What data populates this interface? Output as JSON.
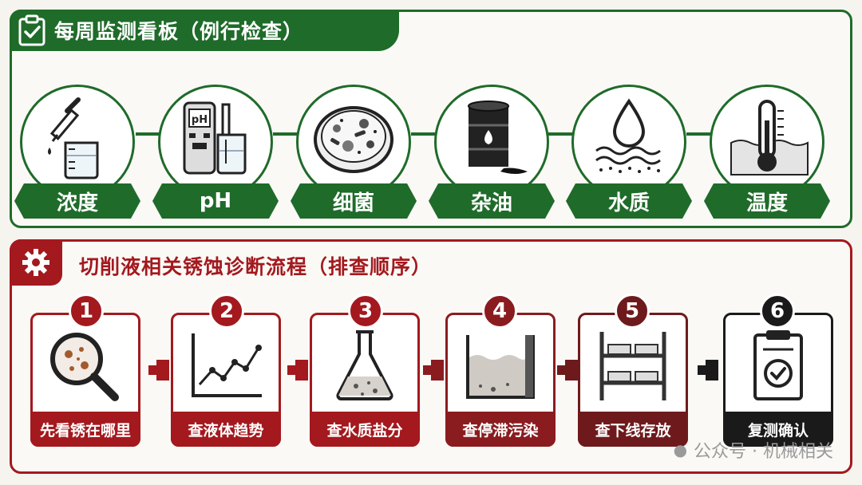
{
  "weekly": {
    "title": "每周监测看板（例行检查）",
    "items": [
      {
        "label": "浓度",
        "icon": "dropper-beaker-icon"
      },
      {
        "label": "pH",
        "icon": "ph-meter-icon",
        "meter_text": "pH"
      },
      {
        "label": "细菌",
        "icon": "petri-dish-icon"
      },
      {
        "label": "杂油",
        "icon": "oil-barrel-icon"
      },
      {
        "label": "水质",
        "icon": "water-drop-icon"
      },
      {
        "label": "温度",
        "icon": "thermometer-icon"
      }
    ]
  },
  "diagnosis": {
    "title": "切削液相关锈蚀诊断流程（排查顺序）",
    "steps": [
      {
        "number": "1",
        "label": "先看锈在哪里",
        "icon": "magnifier-rust-icon",
        "color": "#a3191e"
      },
      {
        "number": "2",
        "label": "查液体趋势",
        "icon": "trend-chart-icon",
        "color": "#a3191e"
      },
      {
        "number": "3",
        "label": "查水质盐分",
        "icon": "flask-icon",
        "color": "#a3191e"
      },
      {
        "number": "4",
        "label": "查停滞污染",
        "icon": "stagnant-tank-icon",
        "color": "#8a1c1f"
      },
      {
        "number": "5",
        "label": "查下线存放",
        "icon": "storage-rack-icon",
        "color": "#6e1a1c"
      },
      {
        "number": "6",
        "label": "复测确认",
        "icon": "clipboard-check-icon",
        "color": "#1a1a1a"
      }
    ]
  },
  "watermark": "公众号 · 机械相关",
  "colors": {
    "green": "#1f6b2a",
    "red": "#a3191e"
  }
}
